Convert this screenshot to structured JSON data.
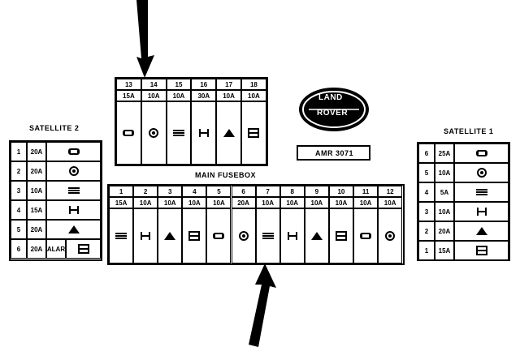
{
  "labels": {
    "satellite_2": "SATELLITE 2",
    "satellite_1": "SATELLITE 1",
    "main_fusebox": "MAIN FUSEBOX",
    "part_number": "AMR 3071",
    "logo_top": "LAND",
    "logo_bottom": "ROVER"
  },
  "top_block": {
    "numbers": [
      "13",
      "14",
      "15",
      "16",
      "17",
      "18"
    ],
    "ratings": [
      "15A",
      "10A",
      "10A",
      "30A",
      "10A",
      "10A"
    ]
  },
  "main_block": {
    "numbers": [
      "1",
      "2",
      "3",
      "4",
      "5",
      "6",
      "7",
      "8",
      "9",
      "10",
      "11",
      "12"
    ],
    "ratings": [
      "15A",
      "10A",
      "10A",
      "10A",
      "10A",
      "20A",
      "10A",
      "10A",
      "10A",
      "10A",
      "10A",
      "10A"
    ]
  },
  "satellite_2": {
    "rows": [
      {
        "num": "1",
        "rating": "20A"
      },
      {
        "num": "2",
        "rating": "20A"
      },
      {
        "num": "3",
        "rating": "10A"
      },
      {
        "num": "4",
        "rating": "15A"
      },
      {
        "num": "5",
        "rating": "20A"
      },
      {
        "num": "6",
        "rating": "20A",
        "extra": "ALAR"
      }
    ]
  },
  "satellite_1": {
    "rows": [
      {
        "num": "6",
        "rating": "25A"
      },
      {
        "num": "5",
        "rating": "10A"
      },
      {
        "num": "4",
        "rating": "5A"
      },
      {
        "num": "3",
        "rating": "10A"
      },
      {
        "num": "2",
        "rating": "20A"
      },
      {
        "num": "1",
        "rating": "15A"
      }
    ]
  }
}
